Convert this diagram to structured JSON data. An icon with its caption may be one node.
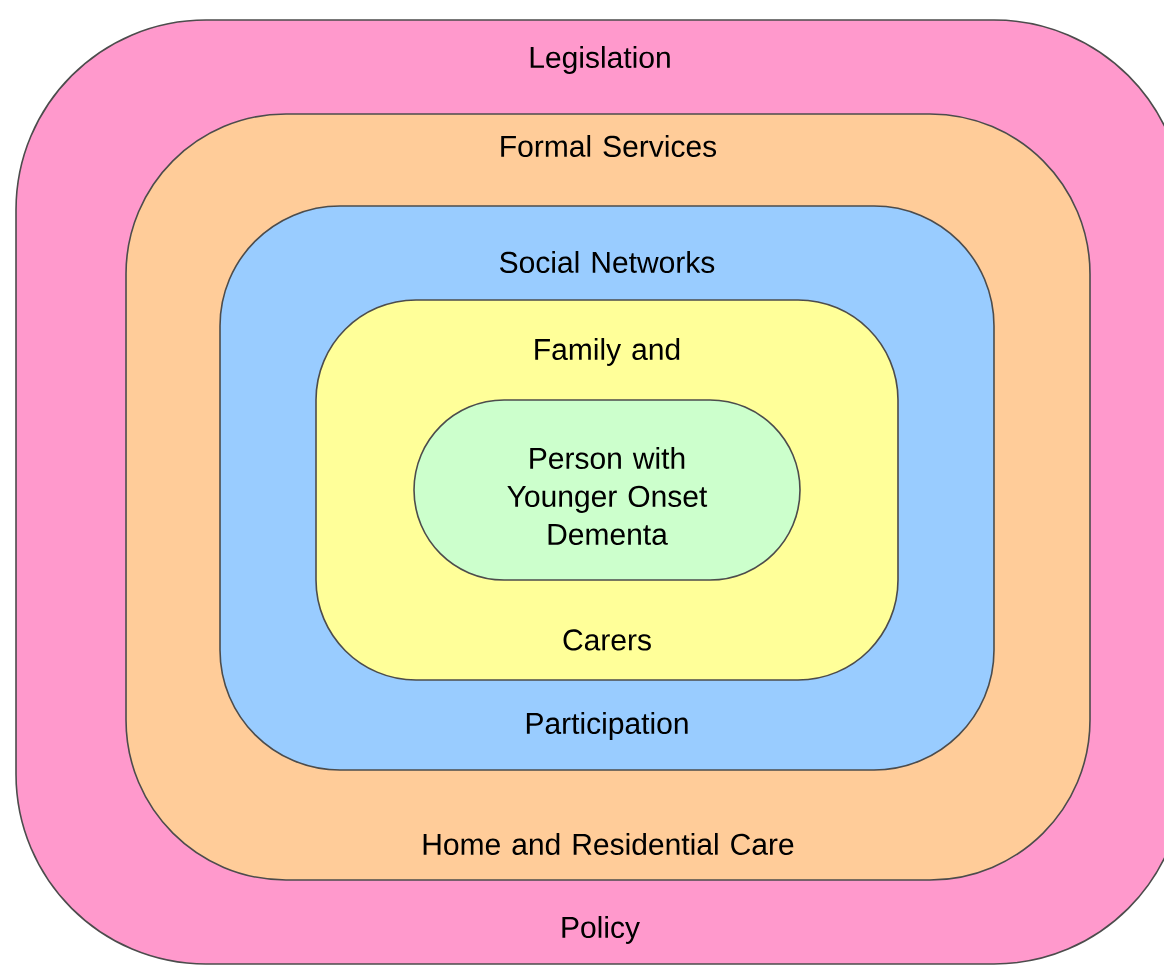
{
  "diagram": {
    "nodes": [
      {
        "text": [
          "Legislation",
          "Policy"
        ]
      },
      {
        "text": [
          "Formal Services",
          "Home and Residential Care"
        ],
        "in": 0
      },
      {
        "text": [
          "Social Networks",
          "Participation"
        ],
        "in": 1
      },
      {
        "text": [
          "Family and",
          "Carers"
        ],
        "in": 2
      },
      {
        "text": [
          "Person with Younger Onset Dementa"
        ],
        "in": 3
      }
    ]
  }
}
